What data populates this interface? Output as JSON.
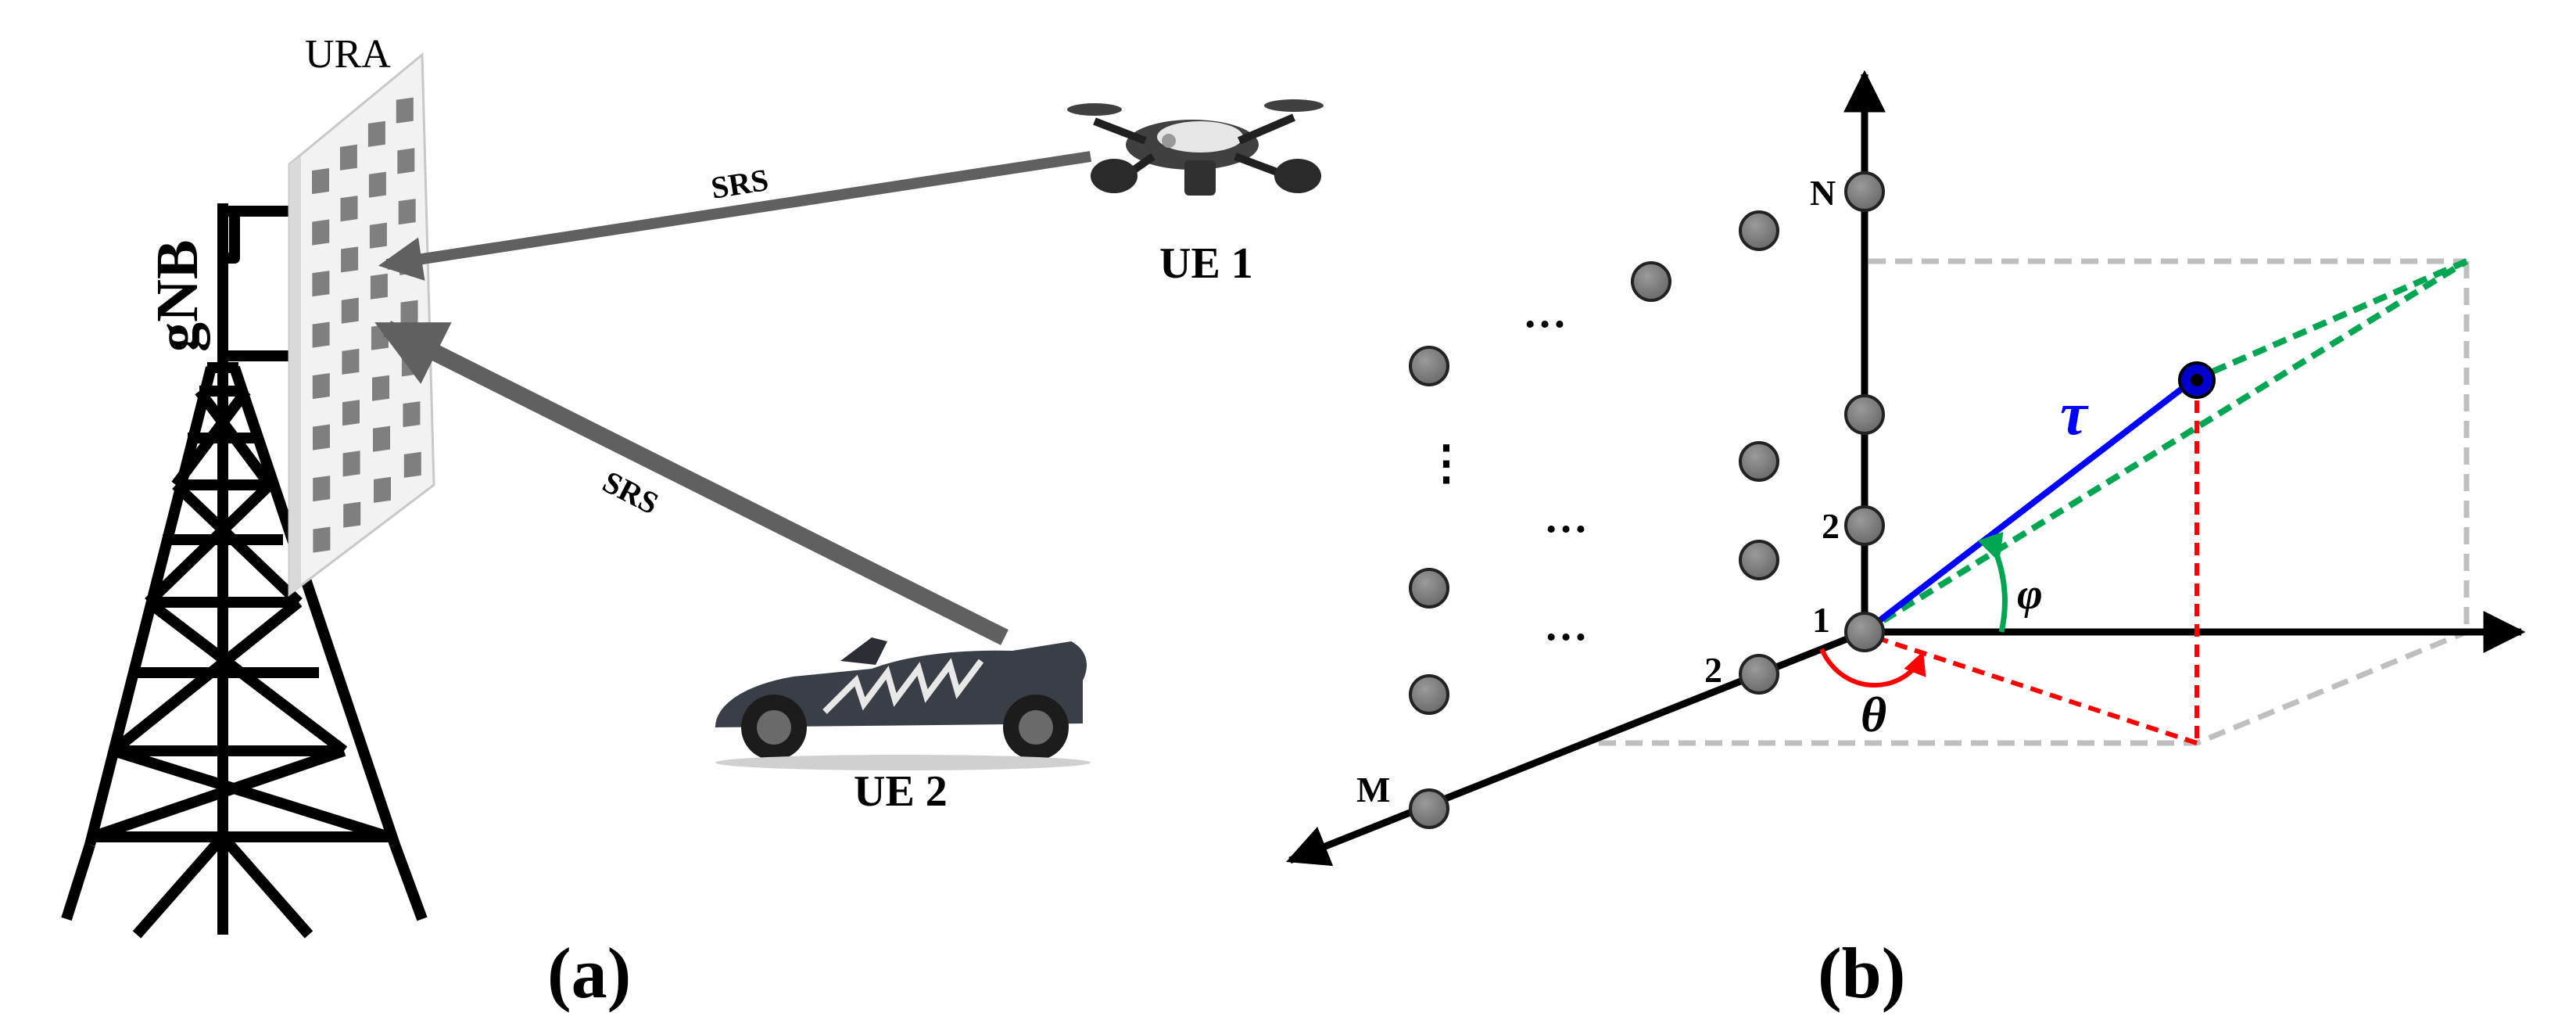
{
  "panel_a": {
    "caption": "(a)",
    "array_label": "URA",
    "base_station_label": "gNB",
    "ue1_label": "UE 1",
    "ue2_label": "UE 2",
    "signal_label_1": "SRS",
    "signal_label_2": "SRS"
  },
  "panel_b": {
    "caption": "(b)",
    "axis_labels": {
      "vertical_top": "N",
      "vertical_2": "2",
      "origin": "1",
      "depth_2": "2",
      "depth_end": "M"
    },
    "dots": "…",
    "vertical_dots": "⋮",
    "symbols": {
      "tau": "τ",
      "phi": "φ",
      "theta": "θ"
    }
  },
  "colors": {
    "arrow_gray": "#606060",
    "element_gray": "#7f7f7f",
    "blue": "#0000ff",
    "green": "#00a651",
    "red": "#ff0000",
    "guide_gray": "#bfbfbf"
  }
}
